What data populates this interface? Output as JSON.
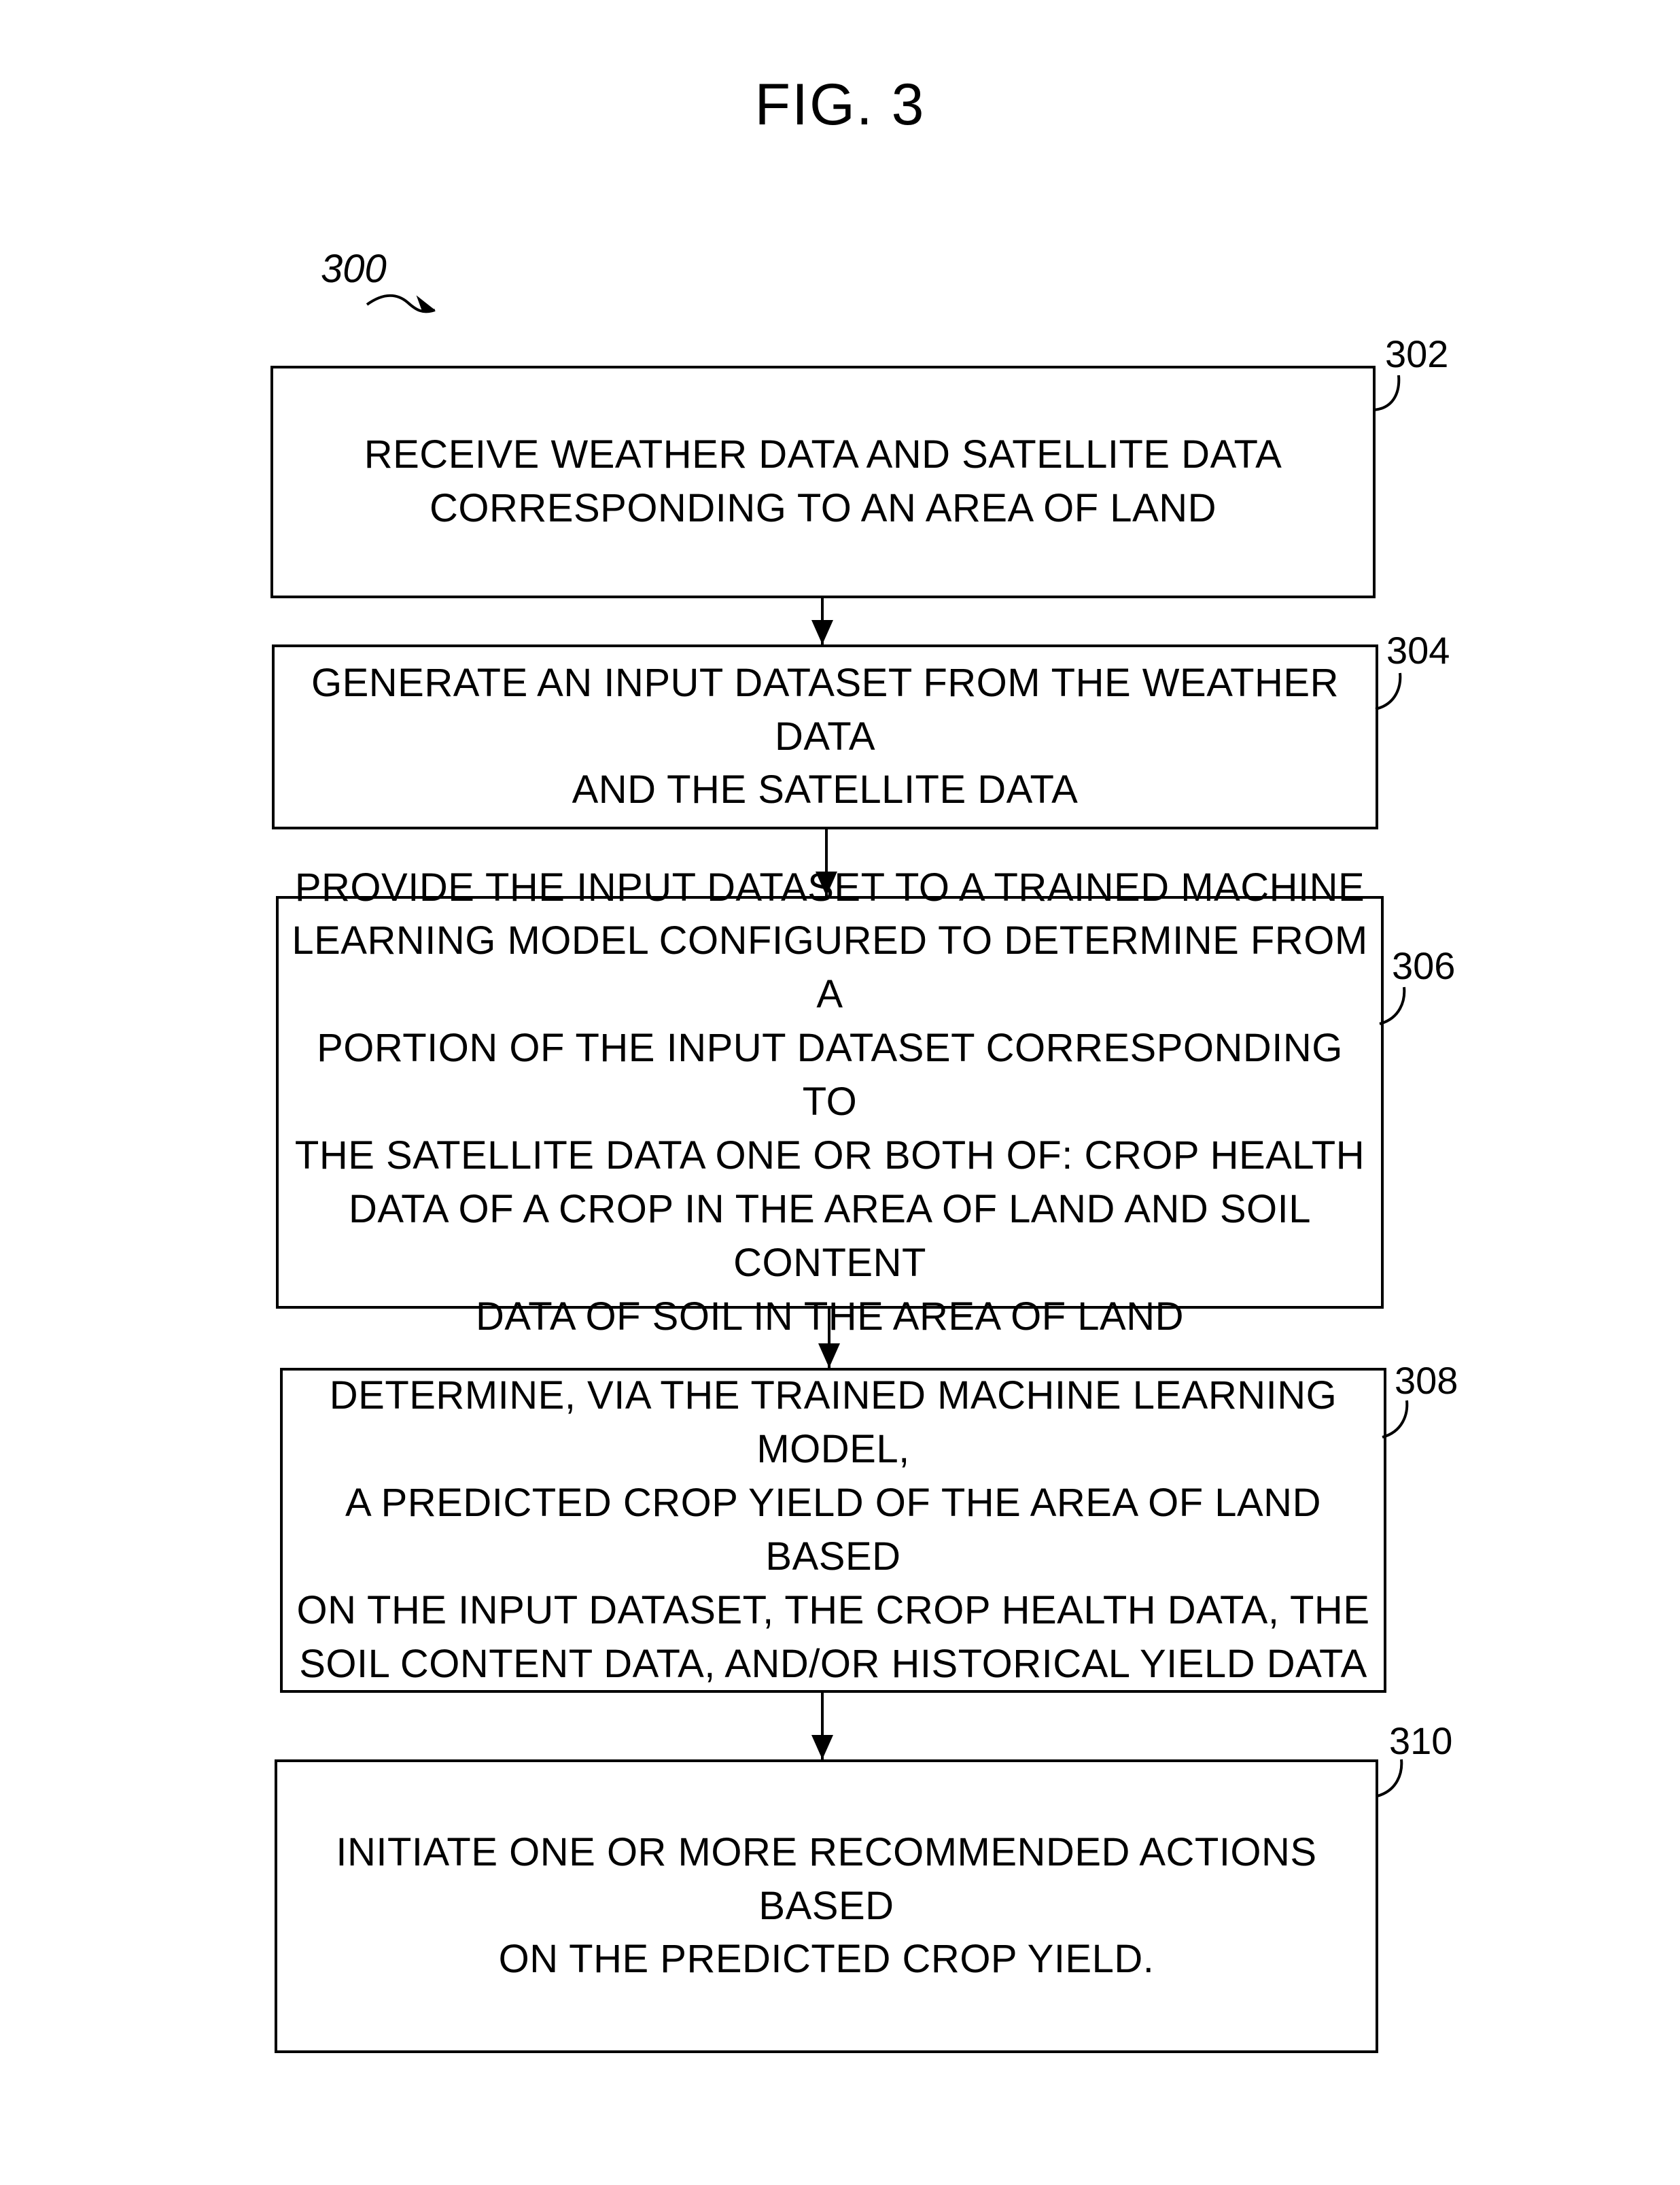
{
  "figure": {
    "title": "FIG. 3",
    "reference": "300"
  },
  "steps": [
    {
      "id": "302",
      "text": "RECEIVE WEATHER DATA AND SATELLITE DATA\nCORRESPONDING TO AN AREA OF LAND"
    },
    {
      "id": "304",
      "text": "GENERATE AN INPUT DATASET FROM THE WEATHER DATA\nAND THE SATELLITE DATA"
    },
    {
      "id": "306",
      "text": "PROVIDE THE INPUT DATASET TO A TRAINED MACHINE\nLEARNING MODEL CONFIGURED TO DETERMINE FROM A\nPORTION OF THE INPUT DATASET CORRESPONDING TO\nTHE SATELLITE DATA ONE OR BOTH OF: CROP HEALTH\nDATA OF A CROP IN THE AREA OF LAND AND SOIL CONTENT\nDATA OF SOIL IN THE AREA OF LAND"
    },
    {
      "id": "308",
      "text": "DETERMINE, VIA THE TRAINED MACHINE LEARNING MODEL,\nA PREDICTED CROP YIELD OF THE AREA OF LAND BASED\nON THE INPUT DATASET, THE CROP HEALTH DATA, THE\nSOIL CONTENT DATA, AND/OR HISTORICAL YIELD DATA"
    },
    {
      "id": "310",
      "text": "INITIATE ONE OR MORE RECOMMENDED ACTIONS BASED\nON THE PREDICTED CROP YIELD."
    }
  ]
}
